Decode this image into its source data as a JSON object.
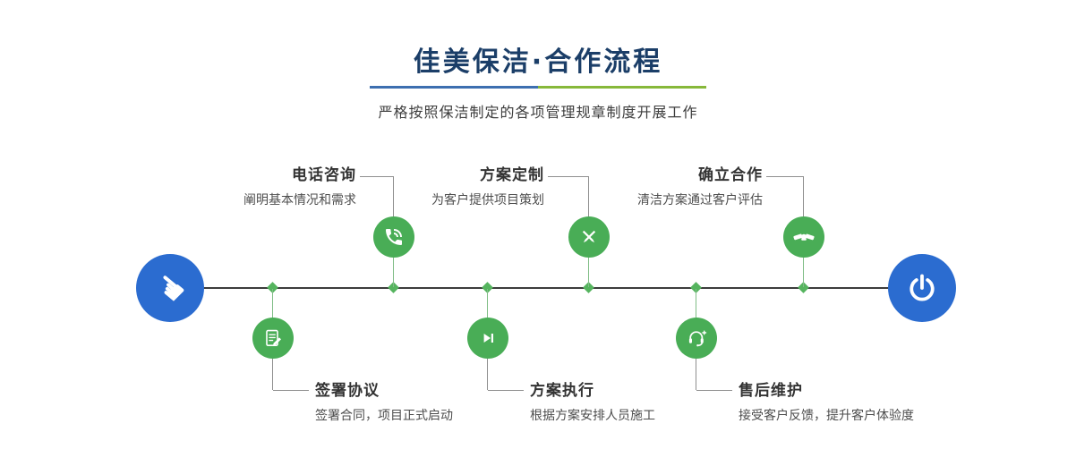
{
  "page": {
    "title": "佳美保洁·合作流程",
    "subtitle": "严格按照保洁制定的各项管理规章制度开展工作"
  },
  "timeline": {
    "start_glyph": "☚",
    "start_icon": "hand-pointer-icon",
    "end_icon": "power-icon"
  },
  "steps_top": [
    {
      "label": "电话咨询",
      "desc": "阐明基本情况和需求",
      "icon": "phone-icon"
    },
    {
      "label": "方案定制",
      "desc": "为客户提供项目策划",
      "icon": "pencil-design-icon"
    },
    {
      "label": "确立合作",
      "desc": "清洁方案通过客户评估",
      "icon": "handshake-icon"
    }
  ],
  "steps_bottom": [
    {
      "label": "签署协议",
      "desc": "签署合同，项目正式启动",
      "icon": "contract-icon"
    },
    {
      "label": "方案执行",
      "desc": "根据方案安排人员施工",
      "icon": "play-next-icon"
    },
    {
      "label": "售后维护",
      "desc": "接受客户反馈，提升客户体验度",
      "icon": "headset-icon"
    }
  ],
  "colors": {
    "title": "#1b3e68",
    "node_blue": "#2b6cd0",
    "node_green": "#49ad56",
    "underline_blue": "#3d6fb0",
    "underline_green": "#87b83a",
    "timeline_line": "#3c3c3c"
  }
}
